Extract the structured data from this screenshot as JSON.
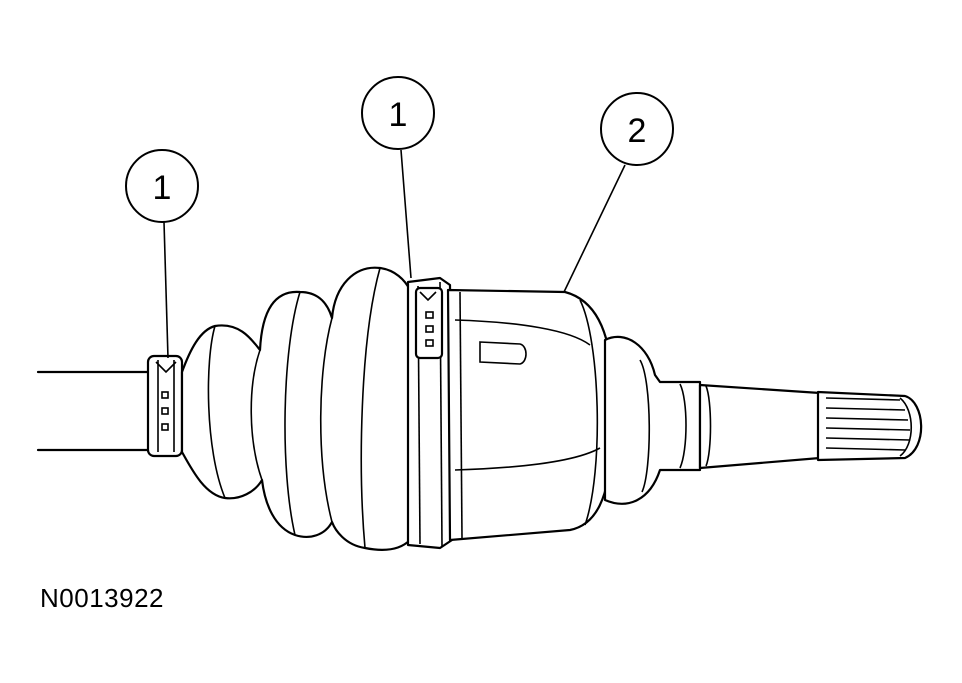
{
  "callouts": [
    {
      "label": "1"
    },
    {
      "label": "1"
    },
    {
      "label": "2"
    }
  ],
  "figure_id": "N0013922",
  "colors": {
    "line": "#000000",
    "background": "#ffffff"
  }
}
